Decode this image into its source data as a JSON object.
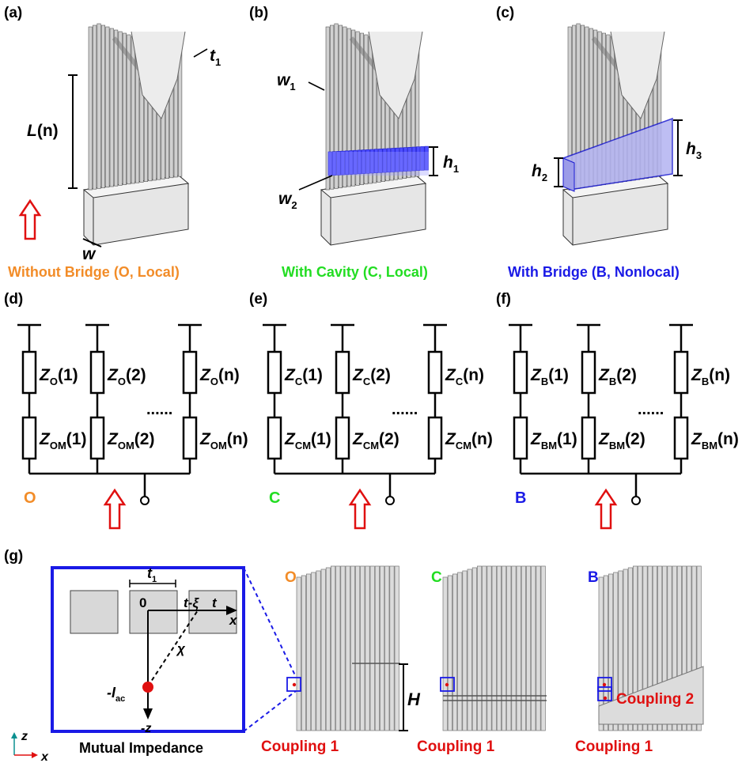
{
  "panels": {
    "a": "(a)",
    "b": "(b)",
    "c": "(c)",
    "d": "(d)",
    "e": "(e)",
    "f": "(f)",
    "g": "(g)"
  },
  "captions": {
    "a": "Without Bridge (O, Local)",
    "b": "With Cavity (C, Local)",
    "c": "With Bridge (B, Nonlocal)"
  },
  "dims": {
    "t1": "t",
    "t1_sub": "1",
    "L": "L",
    "L_tail": "(n)",
    "w": "w",
    "w1": "w",
    "w1_sub": "1",
    "w2": "w",
    "w2_sub": "2",
    "h1": "h",
    "h1_sub": "1",
    "h2": "h",
    "h2_sub": "2",
    "h3": "h",
    "h3_sub": "3"
  },
  "circuits": [
    {
      "letter": "O",
      "z": "Z",
      "sub": "O",
      "msub": "OM",
      "color": "#F28C28",
      "args": [
        "(1)",
        "(2)",
        "(n)"
      ]
    },
    {
      "letter": "C",
      "z": "Z",
      "sub": "C",
      "msub": "CM",
      "color": "#22DD22",
      "args": [
        "(1)",
        "(2)",
        "(n)"
      ]
    },
    {
      "letter": "B",
      "z": "Z",
      "sub": "B",
      "msub": "BM",
      "color": "#1A1AE6",
      "args": [
        "(1)",
        "(2)",
        "(n)"
      ]
    }
  ],
  "ellipsis": "......",
  "inset": {
    "t1": "t",
    "t1_sub": "1",
    "zero": "0",
    "t_minus": "t-ξ",
    "t": "t",
    "x": "x",
    "chi": "χ",
    "iac": "-I",
    "iac_sub": "ac",
    "negz": "-z",
    "title": "Mutual Impedance"
  },
  "axes": {
    "z": "z",
    "x": "x"
  },
  "bottom": {
    "O": "O",
    "C": "C",
    "B": "B",
    "H": "H",
    "coupling1": "Coupling 1",
    "coupling2": "Coupling 2"
  },
  "colors": {
    "orange": "#F28C28",
    "green": "#22DD22",
    "blue": "#1A1AE6",
    "red": "#E01010"
  }
}
